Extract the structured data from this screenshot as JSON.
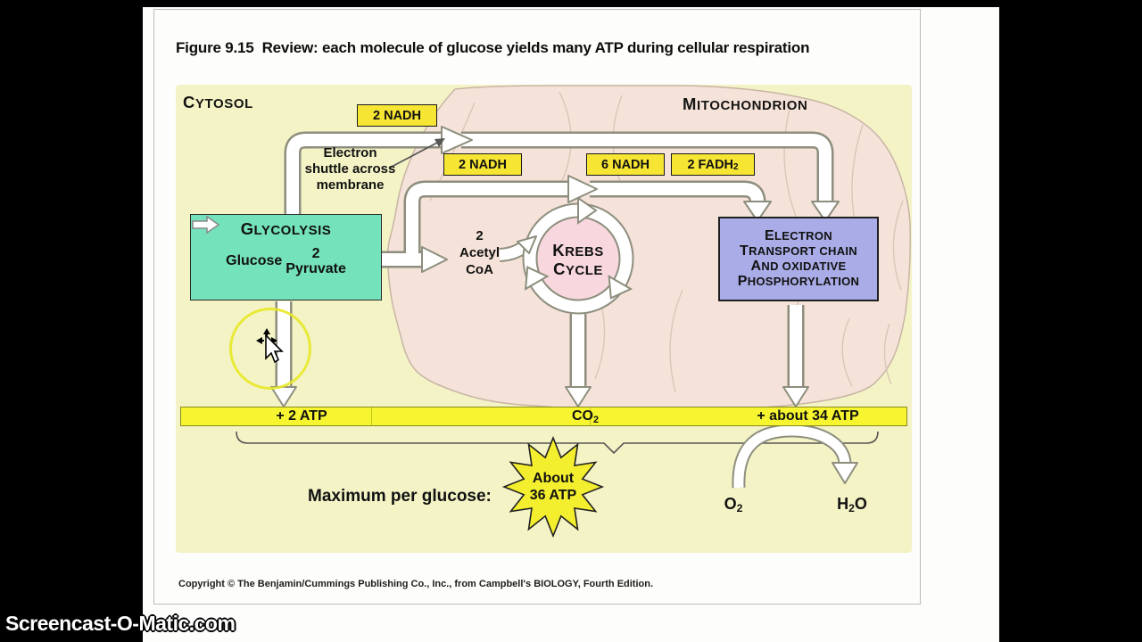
{
  "watermark": "Screencast-O-Matic.com",
  "page": {
    "title": "Figure 9.15  Review: each molecule of glucose yields many ATP during cellular respiration",
    "copyright": "Copyright © The Benjamin/Cummings Publishing Co., Inc., from Campbell's BIOLOGY, Fourth Edition."
  },
  "diagram": {
    "region_labels": {
      "cytosol": "CYTOSOL",
      "mitochondrion": "MITOCHONDRION"
    },
    "carriers": {
      "shuttle_nadh": "2 NADH",
      "pyruvate_nadh": "2 NADH",
      "krebs_nadh": "6 NADH",
      "krebs_fadh2_base": "2 FADH",
      "krebs_fadh2_sub": "2"
    },
    "shuttle_note_lines": [
      "Electron",
      "shuttle across",
      "membrane"
    ],
    "glycolysis": {
      "title": "GLYCOLYSIS",
      "input": "Glucose",
      "output_qty": "2",
      "output": "Pyruvate"
    },
    "acetyl": {
      "qty": "2",
      "line1": "Acetyl",
      "line2": "CoA"
    },
    "krebs": {
      "line1": "KREBS",
      "line2": "CYCLE"
    },
    "etc_lines": [
      "ELECTRON",
      "TRANSPORT CHAIN",
      "AND OXIDATIVE",
      "PHOSPHORYLATION"
    ],
    "yields": {
      "glycolysis_atp": "+ 2 ATP",
      "co2_base": "CO",
      "co2_sub": "2",
      "etc_atp": "+ about 34 ATP"
    },
    "summary": {
      "label": "Maximum per glucose:",
      "burst_line1": "About",
      "burst_line2": "36 ATP"
    },
    "molecules": {
      "o2_base": "O",
      "o2_sub": "2",
      "h2o_pre": "H",
      "h2o_sub": "2",
      "h2o_post": "O"
    },
    "colors": {
      "diagram_bg": "#f4f3c6",
      "mitochondrion_fill": "#f5e2d8",
      "carrier_box": "#f6e532",
      "glycolysis_box": "#74e2ba",
      "etc_box": "#a9ace6",
      "krebs_fill": "#f8d8de",
      "atp_bar": "#f6f52f",
      "starburst": "#f3ee2e",
      "highlight_ring": "#e8e824"
    }
  }
}
